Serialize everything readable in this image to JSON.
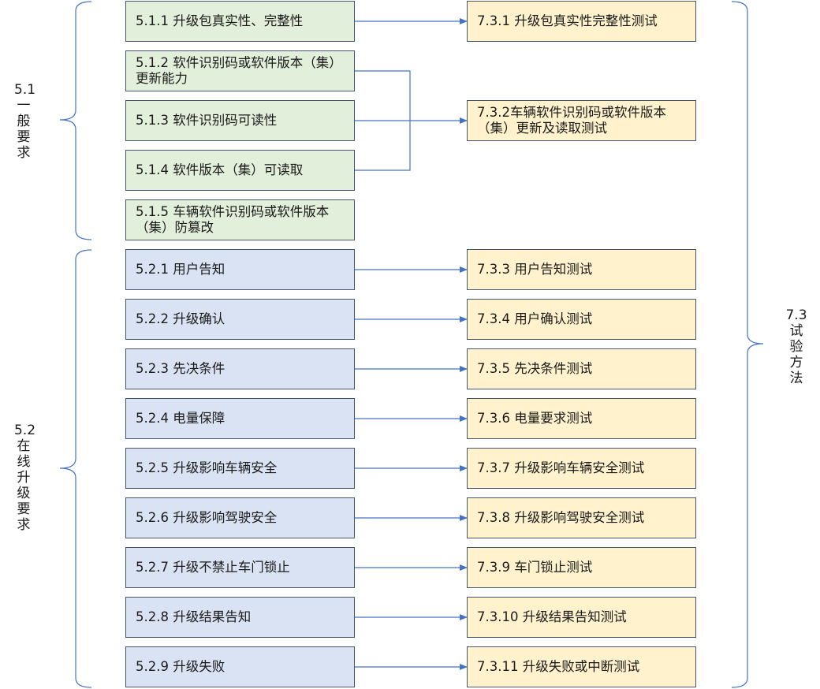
{
  "left_groups": [
    {
      "number": "5.1",
      "chars": [
        "一",
        "般",
        "要",
        "求"
      ]
    },
    {
      "number": "5.2",
      "chars": [
        "在",
        "线",
        "升",
        "级",
        "要",
        "求"
      ]
    }
  ],
  "right_group": {
    "number": "7.3",
    "chars": [
      "试",
      "验",
      "方",
      "法"
    ]
  },
  "requirements": [
    "5.1.1 升级包真实性、完整性",
    "5.1.2 软件识别码或软件版本（集）更新能力",
    "5.1.3 软件识别码可读性",
    "5.1.4 软件版本（集）可读取",
    "5.1.5 车辆软件识别码或软件版本（集）防篡改",
    "5.2.1 用户告知",
    "5.2.2 升级确认",
    "5.2.3 先决条件",
    "5.2.4 电量保障",
    "5.2.5 升级影响车辆安全",
    "5.2.6 升级影响驾驶安全",
    "5.2.7 升级不禁止车门锁止",
    "5.2.8 升级结果告知",
    "5.2.9 升级失败"
  ],
  "tests": [
    "7.3.1 升级包真实性完整性测试",
    "7.3.2车辆软件识别码或软件版本（集）更新及读取测试",
    "7.3.3 用户告知测试",
    "7.3.4 用户确认测试",
    "7.3.5 先决条件测试",
    "7.3.6 电量要求测试",
    "7.3.7 升级影响车辆安全测试",
    "7.3.8 升级影响驾驶安全测试",
    "7.3.9 车门锁止测试",
    "7.3.10 升级结果告知测试",
    "7.3.11 升级失败或中断测试"
  ],
  "colors": {
    "group_5_1": "#e2efda",
    "group_5_2": "#dae3f3",
    "tests": "#fff2cc",
    "lines": "#4472c4"
  }
}
